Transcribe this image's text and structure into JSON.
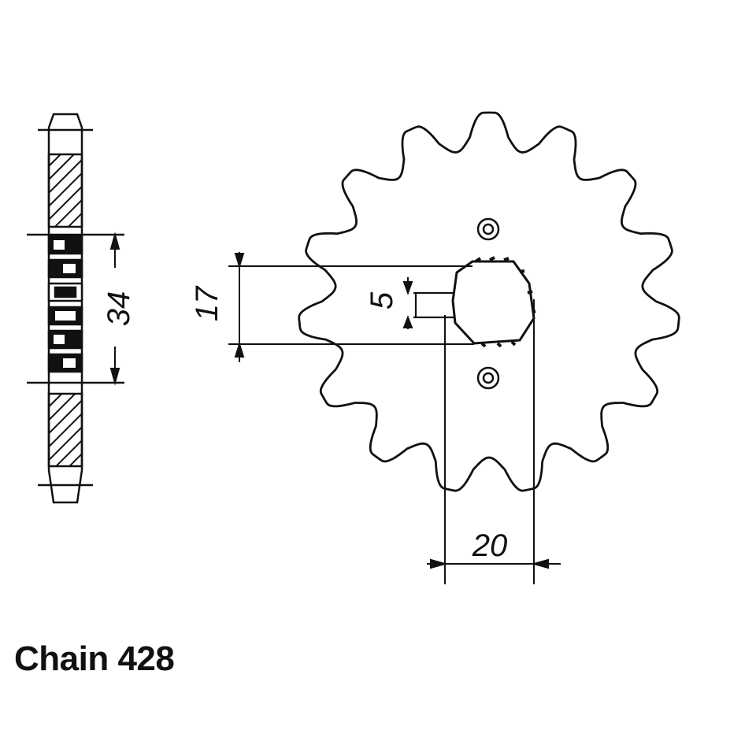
{
  "caption": "Chain 428",
  "sprocket": {
    "teeth": 15,
    "bolt_holes": 2
  },
  "dimensions": {
    "hub_width": "34",
    "spline_across_flats": "17",
    "keyway": "5",
    "spline_outer_diameter": "20"
  },
  "colors": {
    "line": "#111111",
    "background": "#ffffff"
  }
}
